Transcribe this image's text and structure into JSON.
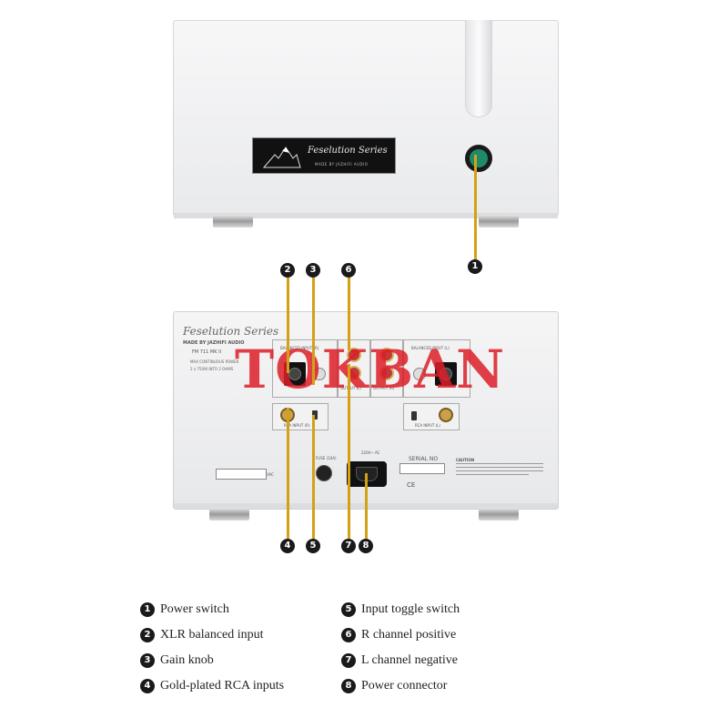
{
  "front_panel": {
    "badge_script": "Feselution Series",
    "badge_sub": "MADE BY JAZHIFI AUDIO"
  },
  "rear_panel": {
    "brand": "Feselution Series",
    "made_by": "MADE BY JAZHIFI AUDIO",
    "model": "FM 711 MK II",
    "spec_line1": "MAX CONTINUOUS POWER",
    "spec_line2": "2 x 750W INTO 2 OHMS",
    "balanced_input_r": "BALANCED INPUT (R)",
    "balanced_input_l": "BALANCED INPUT (L)",
    "output_l": "OUTPUT (L)",
    "output_r": "OUTPUT (R)",
    "rca_input_r": "RCA INPUT (R)",
    "rca_input_l": "RCA INPUT (L)",
    "fuse_label": "FUSE (10A)",
    "voltage_label": "220V~ AC",
    "serial_no": "SERIAL NO",
    "caution": "CAUTION",
    "ce_mark": "CE",
    "vac_label": "VAC"
  },
  "watermark": "TOKBAN",
  "callout_numbers": [
    "1",
    "2",
    "3",
    "4",
    "5",
    "6",
    "7",
    "8"
  ],
  "legend": [
    {
      "num": "1",
      "label": "Power switch"
    },
    {
      "num": "2",
      "label": "XLR balanced input"
    },
    {
      "num": "3",
      "label": "Gain knob"
    },
    {
      "num": "4",
      "label": "Gold-plated RCA inputs"
    },
    {
      "num": "5",
      "label": "Input toggle switch"
    },
    {
      "num": "6",
      "label": "R channel positive"
    },
    {
      "num": "7",
      "label": "L channel negative"
    },
    {
      "num": "8",
      "label": "Power connector"
    }
  ]
}
